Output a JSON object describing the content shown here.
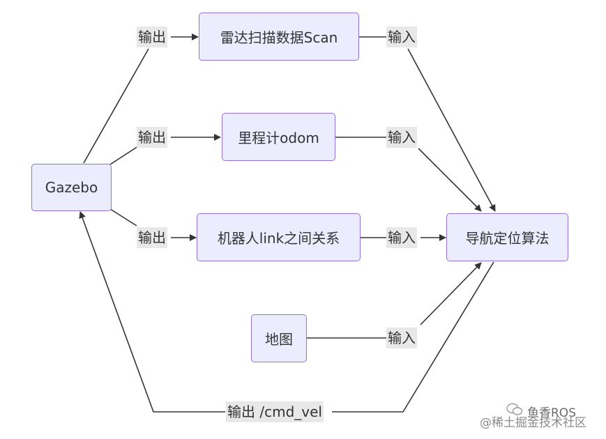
{
  "nodes": {
    "gazebo": "Gazebo",
    "scan": "雷达扫描数据Scan",
    "odom": "里程计odom",
    "tf": "机器人link之间关系",
    "map": "地图",
    "nav": "导航定位算法"
  },
  "edges": {
    "out_scan": "输出",
    "out_odom": "输出",
    "out_tf": "输出",
    "in_scan": "输入",
    "in_odom": "输入",
    "in_tf": "输入",
    "in_map": "输入",
    "out_cmd_vel": "输出 /cmd_vel"
  },
  "watermark": {
    "brand": "鱼香ROS",
    "site": "@稀土掘金技术社区"
  },
  "colors": {
    "node_fill": "#ececff",
    "node_border": "#9370db",
    "edge_line": "#333333",
    "label_bg": "#e8e8e8"
  }
}
